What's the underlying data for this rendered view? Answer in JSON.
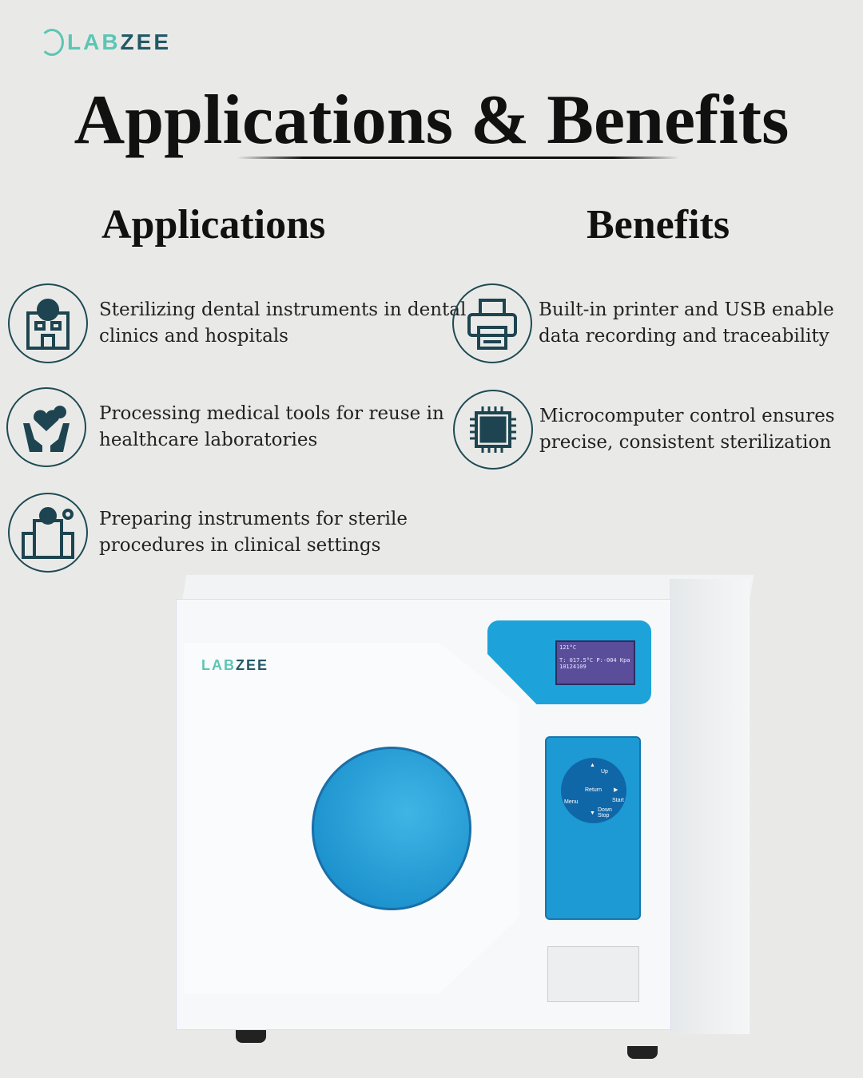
{
  "brand": {
    "logo_left": "LAB",
    "logo_right": "ZEE"
  },
  "title": "Applications & Benefits",
  "applications": {
    "heading": "Applications",
    "items": [
      {
        "icon": "dental-clinic-icon",
        "line1": "Sterilizing dental instruments in dental",
        "line2": "clinics and hospitals"
      },
      {
        "icon": "healthcare-hands-icon",
        "line1": "Processing medical tools for reuse in",
        "line2": "healthcare laboratories"
      },
      {
        "icon": "hospital-icon",
        "line1": "Preparing instruments for sterile",
        "line2": "procedures in clinical settings"
      }
    ]
  },
  "benefits": {
    "heading": "Benefits",
    "items": [
      {
        "icon": "printer-usb-icon",
        "line1": "Built-in printer and USB enable",
        "line2": "data recording and traceability"
      },
      {
        "icon": "microchip-icon",
        "line1": "Microcomputer control ensures",
        "line2": "precise, consistent sterilization"
      }
    ]
  },
  "product": {
    "lcd_line1": "121°C",
    "lcd_line2": "T: 017.5°C P:-004 Kpa",
    "lcd_line3": "10124109",
    "key_up": "Up",
    "key_return": "Return",
    "key_start": "Start",
    "key_menu": "Menu",
    "key_down": "Down Stop"
  }
}
